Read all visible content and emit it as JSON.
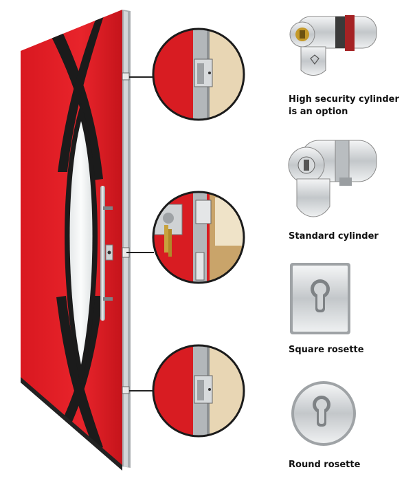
{
  "options": [
    {
      "label_line1": "High security cylinder",
      "label_line2": "is an option",
      "icon": "high-security-cylinder-icon"
    },
    {
      "label_line1": "Standard cylinder",
      "label_line2": "",
      "icon": "standard-cylinder-icon"
    },
    {
      "label_line1": "Square rosette",
      "label_line2": "",
      "icon": "square-rosette-icon"
    },
    {
      "label_line1": "Round rosette",
      "label_line2": "",
      "icon": "round-rosette-icon"
    }
  ],
  "colors": {
    "door_red": "#e31d24",
    "door_dark": "#b5121a",
    "frame_black": "#1b1b1b",
    "glass": "#f2f4f5",
    "steel": "#c9ccce",
    "wall_beige": "#e8d6b4"
  }
}
